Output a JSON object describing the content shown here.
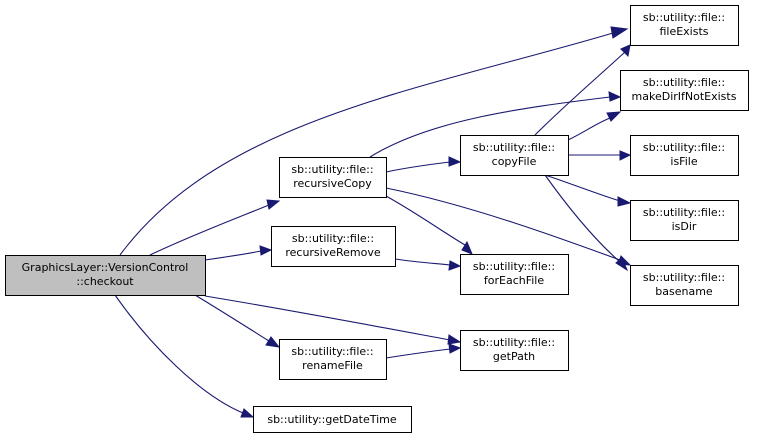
{
  "colors": {
    "edge": "#191970",
    "node_fill": "#ffffff",
    "root_fill": "#bfbfbf",
    "node_border": "#000000"
  },
  "nodes": [
    {
      "id": "checkout",
      "lines": [
        "GraphicsLayer::VersionControl",
        "::checkout"
      ],
      "root": true
    },
    {
      "id": "recursiveCopy",
      "lines": [
        "sb::utility::file::",
        "recursiveCopy"
      ]
    },
    {
      "id": "recursiveRemove",
      "lines": [
        "sb::utility::file::",
        "recursiveRemove"
      ]
    },
    {
      "id": "renameFile",
      "lines": [
        "sb::utility::file::",
        "renameFile"
      ]
    },
    {
      "id": "getDateTime",
      "lines": [
        "sb::utility::getDateTime"
      ]
    },
    {
      "id": "copyFile",
      "lines": [
        "sb::utility::file::",
        "copyFile"
      ]
    },
    {
      "id": "forEachFile",
      "lines": [
        "sb::utility::file::",
        "forEachFile"
      ]
    },
    {
      "id": "getPath",
      "lines": [
        "sb::utility::file::",
        "getPath"
      ]
    },
    {
      "id": "fileExists",
      "lines": [
        "sb::utility::file::",
        "fileExists"
      ]
    },
    {
      "id": "makeDirIfNotExists",
      "lines": [
        "sb::utility::file::",
        "makeDirIfNotExists"
      ]
    },
    {
      "id": "isFile",
      "lines": [
        "sb::utility::file::",
        "isFile"
      ]
    },
    {
      "id": "isDir",
      "lines": [
        "sb::utility::file::",
        "isDir"
      ]
    },
    {
      "id": "basename",
      "lines": [
        "sb::utility::file::",
        "basename"
      ]
    }
  ],
  "edges": [
    {
      "from": "checkout",
      "to": "fileExists"
    },
    {
      "from": "checkout",
      "to": "recursiveCopy"
    },
    {
      "from": "checkout",
      "to": "recursiveRemove"
    },
    {
      "from": "checkout",
      "to": "getPath"
    },
    {
      "from": "checkout",
      "to": "renameFile"
    },
    {
      "from": "checkout",
      "to": "getDateTime"
    },
    {
      "from": "recursiveCopy",
      "to": "makeDirIfNotExists"
    },
    {
      "from": "recursiveCopy",
      "to": "copyFile"
    },
    {
      "from": "recursiveCopy",
      "to": "forEachFile"
    },
    {
      "from": "recursiveCopy",
      "to": "basename"
    },
    {
      "from": "recursiveRemove",
      "to": "forEachFile"
    },
    {
      "from": "renameFile",
      "to": "getPath"
    },
    {
      "from": "copyFile",
      "to": "fileExists"
    },
    {
      "from": "copyFile",
      "to": "makeDirIfNotExists"
    },
    {
      "from": "copyFile",
      "to": "isFile"
    },
    {
      "from": "copyFile",
      "to": "isDir"
    },
    {
      "from": "copyFile",
      "to": "basename"
    }
  ]
}
